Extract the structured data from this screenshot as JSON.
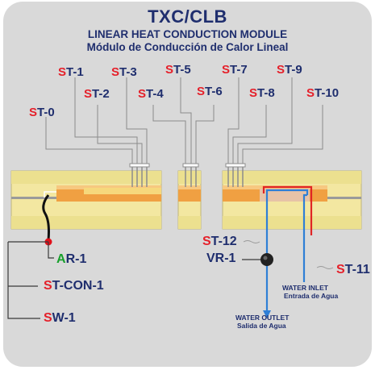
{
  "header": {
    "title": "TXC/CLB",
    "subtitle_en": "LINEAR HEAT CONDUCTION MODULE",
    "subtitle_es": "Módulo de Conducción de Calor Lineal"
  },
  "sensors": [
    {
      "prefix": "S",
      "suffix": "T-0"
    },
    {
      "prefix": "S",
      "suffix": "T-1"
    },
    {
      "prefix": "S",
      "suffix": "T-2"
    },
    {
      "prefix": "S",
      "suffix": "T-3"
    },
    {
      "prefix": "S",
      "suffix": "T-4"
    },
    {
      "prefix": "S",
      "suffix": "T-5"
    },
    {
      "prefix": "S",
      "suffix": "T-6"
    },
    {
      "prefix": "S",
      "suffix": "T-7"
    },
    {
      "prefix": "S",
      "suffix": "T-8"
    },
    {
      "prefix": "S",
      "suffix": "T-9"
    },
    {
      "prefix": "S",
      "suffix": "T-10"
    }
  ],
  "components": {
    "st12": {
      "prefix": "S",
      "suffix": "T-12"
    },
    "vr1": {
      "text": "VR-1"
    },
    "st11": {
      "prefix": "S",
      "suffix": "T-11"
    },
    "ar1": {
      "prefix": "A",
      "suffix": "R-1"
    },
    "stcon1": {
      "prefix": "S",
      "suffix": "T-CON-1"
    },
    "sw1": {
      "prefix": "S",
      "suffix": "W-1"
    }
  },
  "water": {
    "inlet_en": "WATER INLET",
    "inlet_es": "Entrada de Agua",
    "outlet_en": "WATER OUTLET",
    "outlet_es": "Salida de Agua"
  },
  "colors": {
    "panel": "#d9d9d9",
    "title": "#1f2e6e",
    "prefix_red": "#e5202a",
    "prefix_green": "#17a02c",
    "bar_yellow": "#f3e7a1",
    "bar_orange": "#f0a042",
    "water_blue": "#2f7fd6",
    "water_red": "#e02525"
  }
}
